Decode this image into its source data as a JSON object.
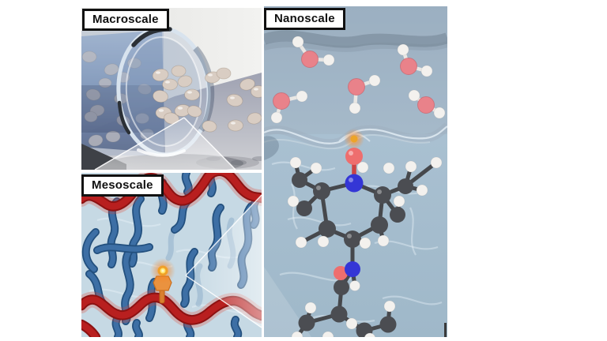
{
  "figure": {
    "panels": {
      "macroscale": {
        "label": "Macroscale"
      },
      "mesoscale": {
        "label": "Mesoscale"
      },
      "nanoscale": {
        "label": "Nanoscale"
      }
    }
  },
  "colors": {
    "label-bg": "#ffffff",
    "label-border": "#111111",
    "chain-red": "#b81f1f",
    "chain-blue": "#3d6fa5",
    "meso-bg": "#c6d9e4",
    "nano-bg": "#a4bccd",
    "atom-carbon": "#4b4d52",
    "atom-hydrogen": "#f3f1ee",
    "atom-nitrogen": "#3436d6",
    "atom-oxygen": "#ee6e6e",
    "water-oxygen": "#e9828a",
    "radical-orange": "#eda428",
    "pellet-beige": "#d9cdc3"
  }
}
